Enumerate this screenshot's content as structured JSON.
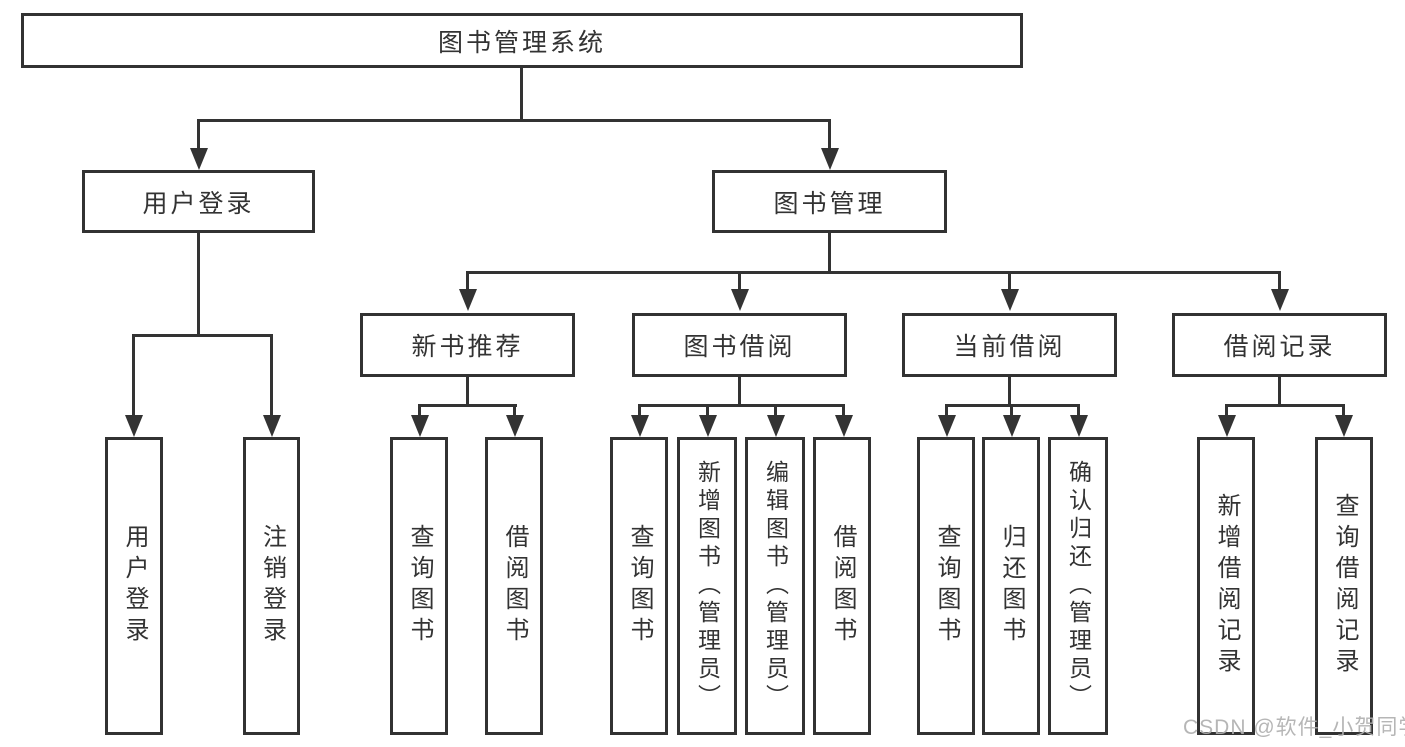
{
  "tree": {
    "label": "图书管理系统",
    "children": [
      {
        "label": "用户登录",
        "children": [
          {
            "label": "用户登录"
          },
          {
            "label": "注销登录"
          }
        ]
      },
      {
        "label": "图书管理",
        "children": [
          {
            "label": "新书推荐",
            "children": [
              {
                "label": "查询图书"
              },
              {
                "label": "借阅图书"
              }
            ]
          },
          {
            "label": "图书借阅",
            "children": [
              {
                "label": "查询图书"
              },
              {
                "label": "新增图书（管理员）"
              },
              {
                "label": "编辑图书（管理员）"
              },
              {
                "label": "借阅图书"
              }
            ]
          },
          {
            "label": "当前借阅",
            "children": [
              {
                "label": "查询图书"
              },
              {
                "label": "归还图书"
              },
              {
                "label": "确认归还（管理员）"
              }
            ]
          },
          {
            "label": "借阅记录",
            "children": [
              {
                "label": "新增借阅记录"
              },
              {
                "label": "查询借阅记录"
              }
            ]
          }
        ]
      }
    ]
  },
  "watermark": {
    "text": "CSDN @软件_小贺同学"
  },
  "colors": {
    "line": "#333333",
    "text": "#333333",
    "box_fill": "#ffffff",
    "watermark": "#b0b0b0",
    "background": "#ffffff"
  }
}
